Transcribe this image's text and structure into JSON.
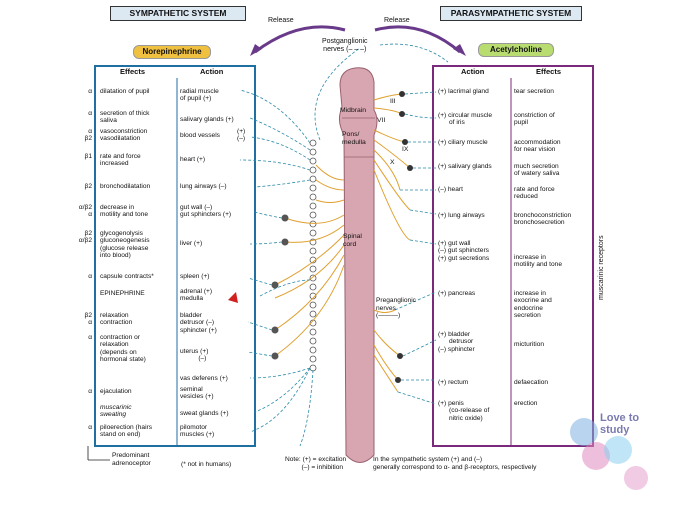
{
  "titles": {
    "sympathetic": "SYMPATHETIC SYSTEM",
    "parasympathetic": "PARASYMPATHETIC SYSTEM"
  },
  "release_left": "Release",
  "release_right": "Release",
  "postganglionic": "Postganglionic\nnerves (– – –)",
  "transmitters": {
    "left": "Norepinephrine",
    "right": "Acetylcholine"
  },
  "columns": {
    "effects": "Effects",
    "action": "Action"
  },
  "left_rows": [
    {
      "rec": "α",
      "effect": "dilatation of pupil",
      "action": "radial muscle\nof pupil (+)"
    },
    {
      "rec": "α",
      "effect": "secretion of thick\nsaliva",
      "action": "salivary glands (+)"
    },
    {
      "rec": "α\nβ2",
      "effect": "vasoconstriction\nvasodilatation",
      "action": "blood vessels"
    },
    {
      "rec": "β1",
      "effect": "rate and force\nincreased",
      "action": "heart (+)"
    },
    {
      "rec": "β2",
      "effect": "bronchodilatation",
      "action": "lung airways (–)"
    },
    {
      "rec": "α/β2\nα",
      "effect": "decrease in\nmotility and tone",
      "action": "gut wall (–)\ngut sphincters (+)"
    },
    {
      "rec": "β2\nα/β2",
      "effect": "glycogenolysis\ngluconeogenesis\n(glucose release\ninto blood)",
      "action": "liver (+)"
    },
    {
      "rec": "α",
      "effect": "capsule contracts*",
      "action": "spleen (+)"
    },
    {
      "rec": "",
      "effect": "EPINEPHRINE",
      "action": "adrenal (+)\nmedulla"
    },
    {
      "rec": "β2\nα",
      "effect": "relaxation\ncontraction",
      "action": "bladder\ndetrusor (–)\nsphincter (+)"
    },
    {
      "rec": "α",
      "effect": "contraction or\nrelaxation\n(depends on\nhormonal state)",
      "action": "uterus (+)\n          (–)"
    },
    {
      "rec": "",
      "effect": "",
      "action": "vas deferens (+)"
    },
    {
      "rec": "α",
      "effect": "ejaculation",
      "action": "seminal\nvesicles (+)"
    },
    {
      "rec": "",
      "effect": "muscarinic\nsweating",
      "action": "sweat glands (+)"
    },
    {
      "rec": "α",
      "effect": "piloerection (hairs\nstand on end)",
      "action": "pilomotor\nmuscles (+)"
    }
  ],
  "blood_vessel_signs": "(+)\n(–)",
  "right_rows": [
    {
      "action": "(+) lacrimal gland",
      "effect": "tear secretion"
    },
    {
      "action": "(+) circular muscle\n      of iris",
      "effect": "constriction of\npupil"
    },
    {
      "action": "(+) ciliary muscle",
      "effect": "accommodation\nfor near vision"
    },
    {
      "action": "(+) salivary glands",
      "effect": "much secretion\nof watery saliva"
    },
    {
      "action": "(–) heart",
      "effect": "rate and force\nreduced"
    },
    {
      "action": "(+) lung airways",
      "effect": "bronchoconstriction\nbronchosecretion"
    },
    {
      "action": "(+) gut wall\n(–) gut sphincters\n(+) gut secretions",
      "effect": "increase in\nmotility and tone"
    },
    {
      "action": "(+) pancreas",
      "effect": "increase in\nexocrine and\nendocrine\nsecretion"
    },
    {
      "action": "(+) bladder\n      detrusor\n(–) sphincter",
      "effect": "micturition"
    },
    {
      "action": "(+) rectum",
      "effect": "defaecation"
    },
    {
      "action": "(+) penis\n      (co-release of\n      nitric oxide)",
      "effect": "erection"
    }
  ],
  "muscarinic_receptors": "muscarinic receptors",
  "cord_labels": {
    "midbrain": "Midbrain",
    "pons": "Pons/\nmedulla",
    "spinal": "Spinal\ncord"
  },
  "cranial_nerves": [
    "III",
    "VII",
    "IX",
    "X"
  ],
  "preganglionic": "Preganglionic\nnerves\n(―――)",
  "legend_left": "Predominant\nadrenoceptor",
  "not_in_humans": "(* not in humans)",
  "note": "Note: (+) = excitation\n         (–) = inhibition",
  "note_right": "In the sympathetic system (+) and (–)\ngenerally correspond to α- and β-receptors, respectively",
  "watermark": "Love to\nstudy",
  "colors": {
    "blue_border": "#1f6fa3",
    "purple_border": "#7a2a7a",
    "cord": "#d8a6b0",
    "nerve": "#e0a030",
    "header_bg": "#dce8f2",
    "ne_tag": "#f0c040",
    "ach_tag": "#b8dc70"
  }
}
